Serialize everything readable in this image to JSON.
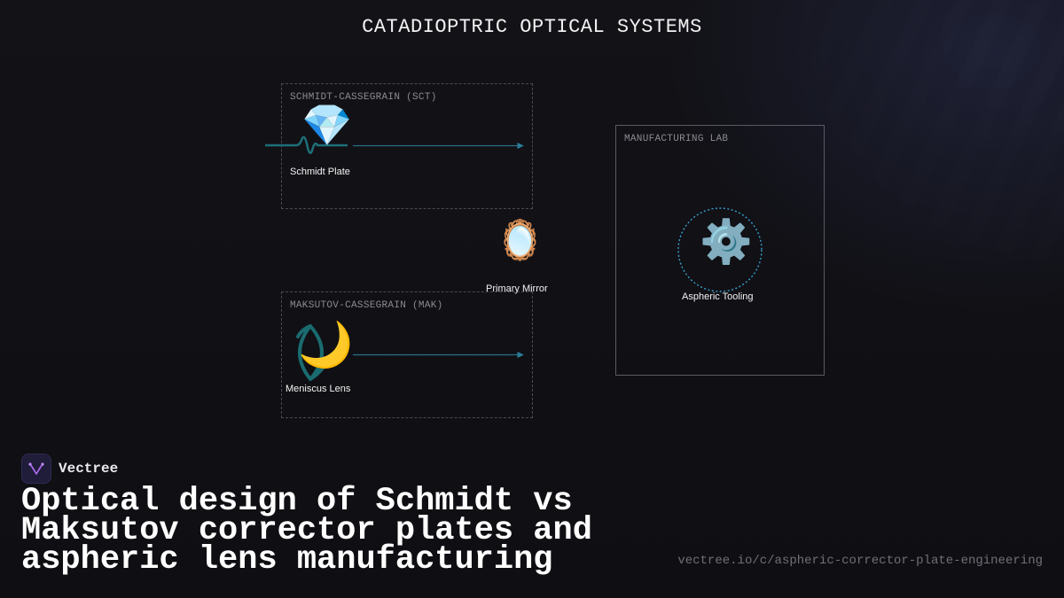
{
  "diagram": {
    "title": "CATADIOPTRIC OPTICAL SYSTEMS",
    "groups": [
      {
        "id": "sct",
        "label": "SCHMIDT-CASSEGRAIN (SCT)"
      },
      {
        "id": "mak",
        "label": "MAKSUTOV-CASSEGRAIN (MAK)"
      },
      {
        "id": "lab",
        "label": "MANUFACTURING LAB"
      }
    ],
    "nodes": [
      {
        "id": "schmidt_plate",
        "label": "Schmidt Plate",
        "icon": "gem-icon",
        "glyph": "💎"
      },
      {
        "id": "primary_mirror",
        "label": "Primary Mirror",
        "icon": "mirror-icon",
        "glyph": "🪞"
      },
      {
        "id": "meniscus_lens",
        "label": "Meniscus Lens",
        "icon": "crescent-moon-icon",
        "glyph": "🌙"
      },
      {
        "id": "aspheric_tooling",
        "label": "Aspheric Tooling",
        "icon": "gear-icon",
        "glyph": "⚙️"
      }
    ],
    "colors": {
      "wire": "#1e6f78",
      "arrow": "#2a7f99",
      "tooling_ring": "#3aa0d0",
      "group_border": "#4a4a55"
    }
  },
  "footer": {
    "brand_name": "Vectree",
    "headline": "Optical design of Schmidt vs Maksutov corrector plates and aspheric lens manufacturing",
    "url": "vectree.io/c/aspheric-corrector-plate-engineering"
  }
}
